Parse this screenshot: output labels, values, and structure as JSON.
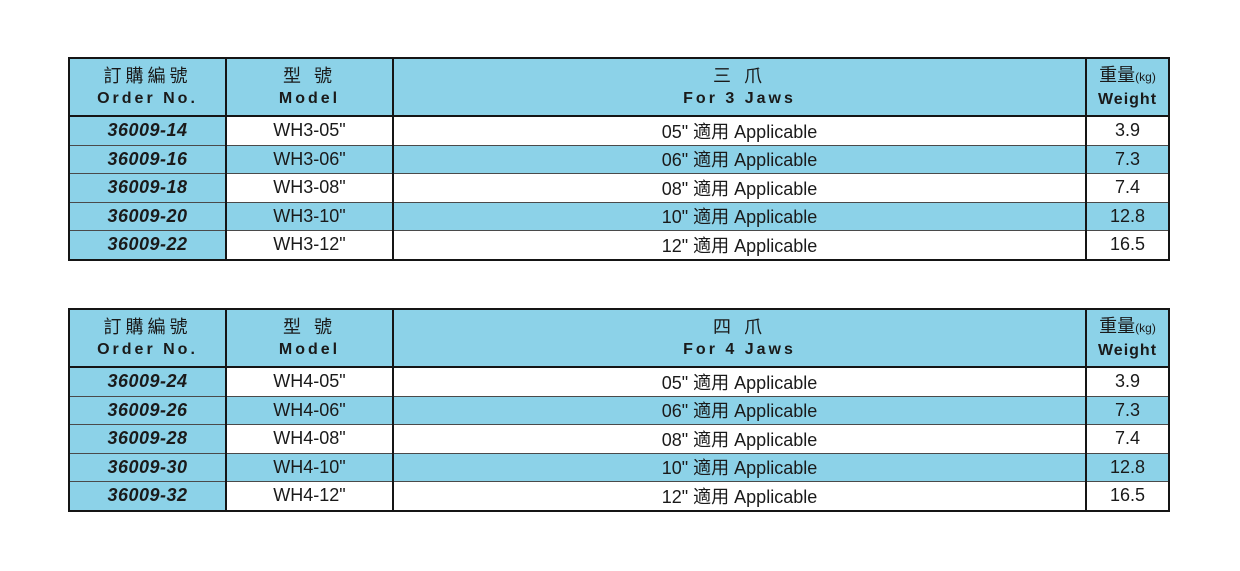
{
  "colors": {
    "header_blue": "#8CD2E8",
    "stripe_blue": "#8CD2E8",
    "grid_dark": "#151515",
    "grid_light": "#4a4a4a",
    "text": "#1a1a1a",
    "page_background": "#ffffff"
  },
  "tables": [
    {
      "name": "for-3-jaws",
      "headers": {
        "order": {
          "zh": "訂購編號",
          "en": "Order No."
        },
        "model": {
          "zh": "型 號",
          "en": "Model"
        },
        "jaws": {
          "zh": "三 爪",
          "en": "For 3 Jaws"
        },
        "weight": {
          "zh": "重量",
          "unit": "(kg)",
          "en": "Weight"
        }
      },
      "rows": [
        {
          "order": "36009-14",
          "model": "WH3-05\"",
          "applicable": "05\" 適用 Applicable",
          "weight": "3.9"
        },
        {
          "order": "36009-16",
          "model": "WH3-06\"",
          "applicable": "06\" 適用 Applicable",
          "weight": "7.3"
        },
        {
          "order": "36009-18",
          "model": "WH3-08\"",
          "applicable": "08\" 適用 Applicable",
          "weight": "7.4"
        },
        {
          "order": "36009-20",
          "model": "WH3-10\"",
          "applicable": "10\" 適用 Applicable",
          "weight": "12.8"
        },
        {
          "order": "36009-22",
          "model": "WH3-12\"",
          "applicable": "12\" 適用 Applicable",
          "weight": "16.5"
        }
      ]
    },
    {
      "name": "for-4-jaws",
      "headers": {
        "order": {
          "zh": "訂購編號",
          "en": "Order No."
        },
        "model": {
          "zh": "型 號",
          "en": "Model"
        },
        "jaws": {
          "zh": "四 爪",
          "en": "For 4 Jaws"
        },
        "weight": {
          "zh": "重量",
          "unit": "(kg)",
          "en": "Weight"
        }
      },
      "rows": [
        {
          "order": "36009-24",
          "model": "WH4-05\"",
          "applicable": "05\" 適用 Applicable",
          "weight": "3.9"
        },
        {
          "order": "36009-26",
          "model": "WH4-06\"",
          "applicable": "06\" 適用 Applicable",
          "weight": "7.3"
        },
        {
          "order": "36009-28",
          "model": "WH4-08\"",
          "applicable": "08\" 適用 Applicable",
          "weight": "7.4"
        },
        {
          "order": "36009-30",
          "model": "WH4-10\"",
          "applicable": "10\" 適用 Applicable",
          "weight": "12.8"
        },
        {
          "order": "36009-32",
          "model": "WH4-12\"",
          "applicable": "12\" 適用 Applicable",
          "weight": "16.5"
        }
      ]
    }
  ]
}
